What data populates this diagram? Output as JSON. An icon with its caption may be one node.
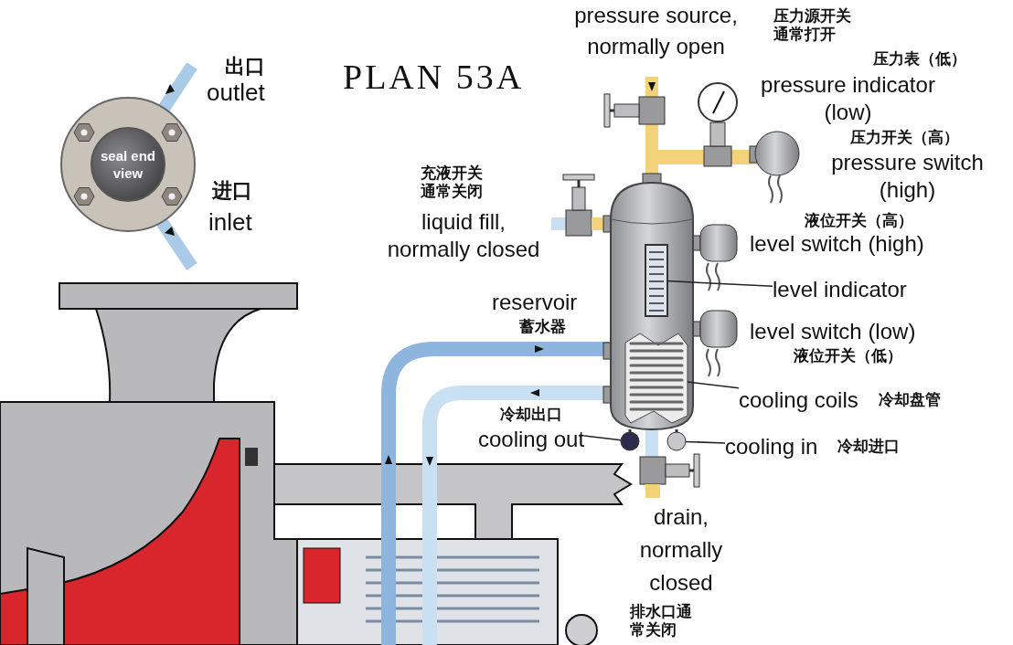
{
  "diagram": {
    "title": "PLAN 53A",
    "nodes": [
      {
        "text": [
          "seal end view"
        ],
        "beside": [
          "出口",
          "outlet",
          "进口",
          "inlet"
        ]
      },
      {
        "text": [
          "level indicator"
        ]
      },
      {
        "text": [],
        "shape": "bar"
      },
      {
        "text": [
          "cooling coils",
          "冷却盘管"
        ]
      },
      {
        "text": [],
        "shape": "picture"
      },
      {
        "text": [
          "冷却出口",
          "cooling out"
        ]
      },
      {
        "text": [],
        "shape": "circle"
      },
      {
        "text": [
          "cooling in",
          "冷却进口"
        ]
      },
      {
        "text": [],
        "shape": "circle"
      }
    ],
    "edges": [
      {
        "from": 1,
        "to": 2,
        "arrow": "none"
      },
      {
        "from": 3,
        "to": 4,
        "arrow": "none"
      },
      {
        "from": 5,
        "to": 6,
        "arrow": "none"
      },
      {
        "from": 7,
        "to": 8,
        "arrow": "none"
      }
    ],
    "labels": [
      "pressure source, normally open",
      "压力源开关通常打开",
      "压力表（低）",
      "pressure indicator (low)",
      "压力开关（高）",
      "pressure switch (high)",
      "充液开关通常关闭",
      "liquid fill, normally closed",
      "液位开关（高）",
      "level switch (high)",
      "reservoir",
      "蓄水器",
      "level switch (low)",
      "液位开关（低）",
      "drain, normally closed",
      "排水口通常关闭"
    ]
  }
}
